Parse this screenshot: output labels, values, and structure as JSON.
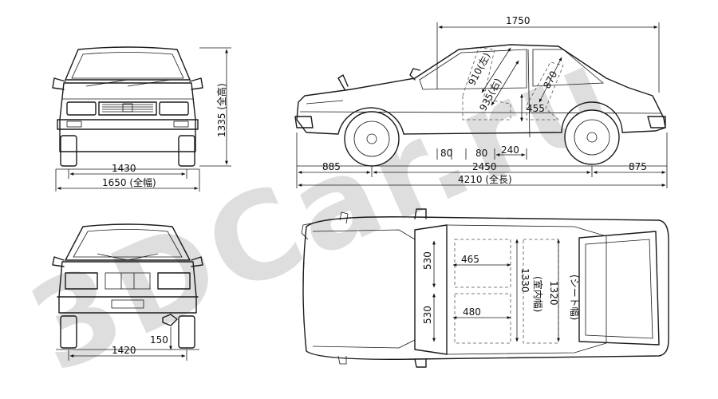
{
  "watermark": "3DCar.ru",
  "front_view": {
    "height": "1335 (全高)",
    "track": "1430",
    "width": "1650 (全幅)"
  },
  "side_view": {
    "front_overhang_top": "1750",
    "headroom_left": "910(左)",
    "headroom_right": "935(右)",
    "rear_headroom": "870",
    "seat_height": "455",
    "ground_a": "80",
    "ground_b": "80",
    "seat_offset": "240",
    "front_overhang": "885",
    "wheelbase": "2450",
    "rear_overhang": "875",
    "length": "4210 (全長)"
  },
  "rear_view": {
    "rear_track": "1420",
    "hitch": "150"
  },
  "top_view": {
    "seat_row_upper": "530",
    "seat_row_lower": "530",
    "front_seat_width": "465",
    "rear_seat_width": "480",
    "interior_width": "1330",
    "interior_width_label": "(室内幅)",
    "seat_width": "1320",
    "seat_width_label": "(シート幅)"
  },
  "arrow_icon": "dimension-arrow"
}
